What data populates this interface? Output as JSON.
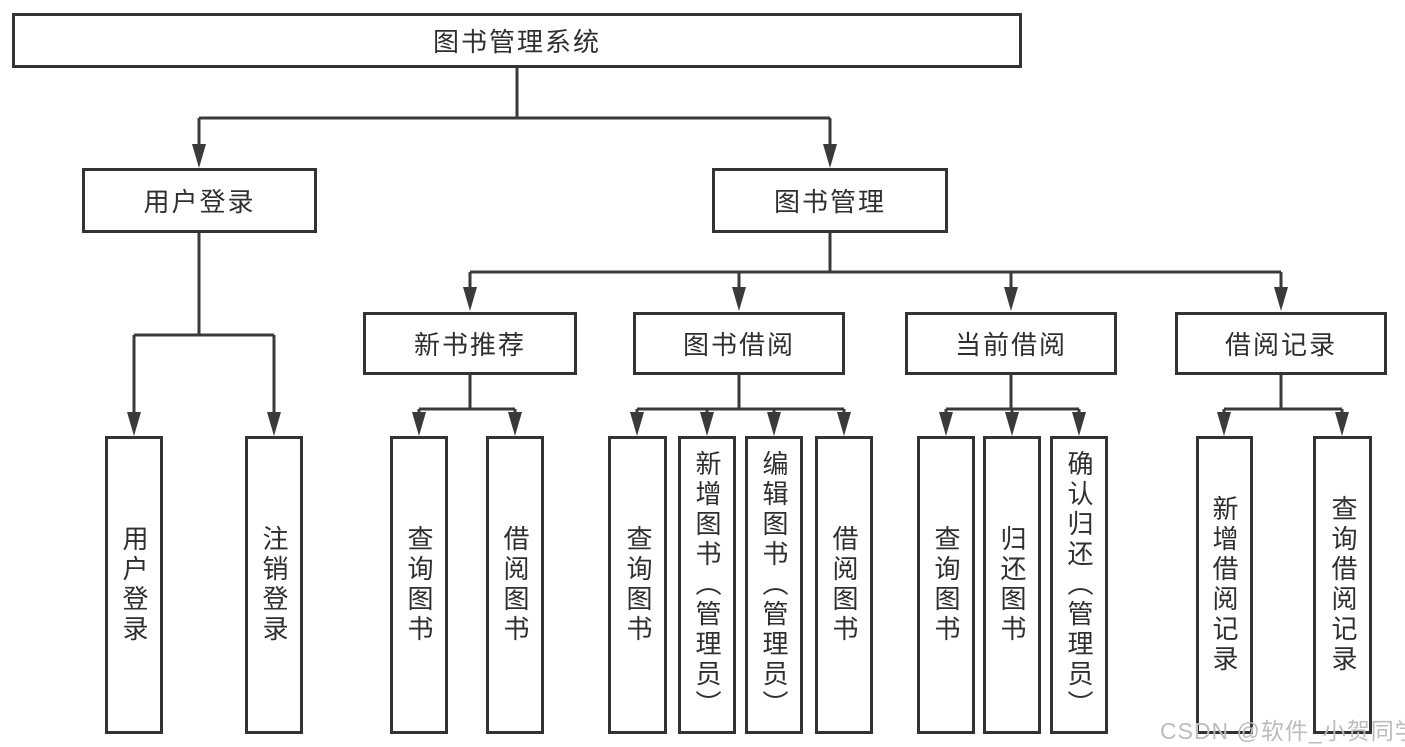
{
  "diagram": {
    "root": {
      "label": "图书管理系统"
    },
    "level2": [
      {
        "label": "用户登录"
      },
      {
        "label": "图书管理"
      }
    ],
    "level3": [
      {
        "label": "新书推荐"
      },
      {
        "label": "图书借阅"
      },
      {
        "label": "当前借阅"
      },
      {
        "label": "借阅记录"
      }
    ],
    "leaves": {
      "user_login_group": [
        "用户登录",
        "注销登录"
      ],
      "new_book_group": [
        "查询图书",
        "借阅图书"
      ],
      "book_borrow_group": [
        "查询图书",
        "新增图书（管理员）",
        "编辑图书（管理员）",
        "借阅图书"
      ],
      "current_borrow_group": [
        "查询图书",
        "归还图书",
        "确认归还（管理员）"
      ],
      "record_group": [
        "新增借阅记录",
        "查询借阅记录"
      ]
    }
  },
  "watermark": {
    "text": "CSDN @软件_小贺同学"
  },
  "theme": {
    "background": "#ffffff",
    "line_color": "#3a3a3a",
    "box_border": "#333333",
    "box_fill": "#ffffff",
    "text_color": "#2f2f2f",
    "watermark_color": "#b9bcc0"
  }
}
